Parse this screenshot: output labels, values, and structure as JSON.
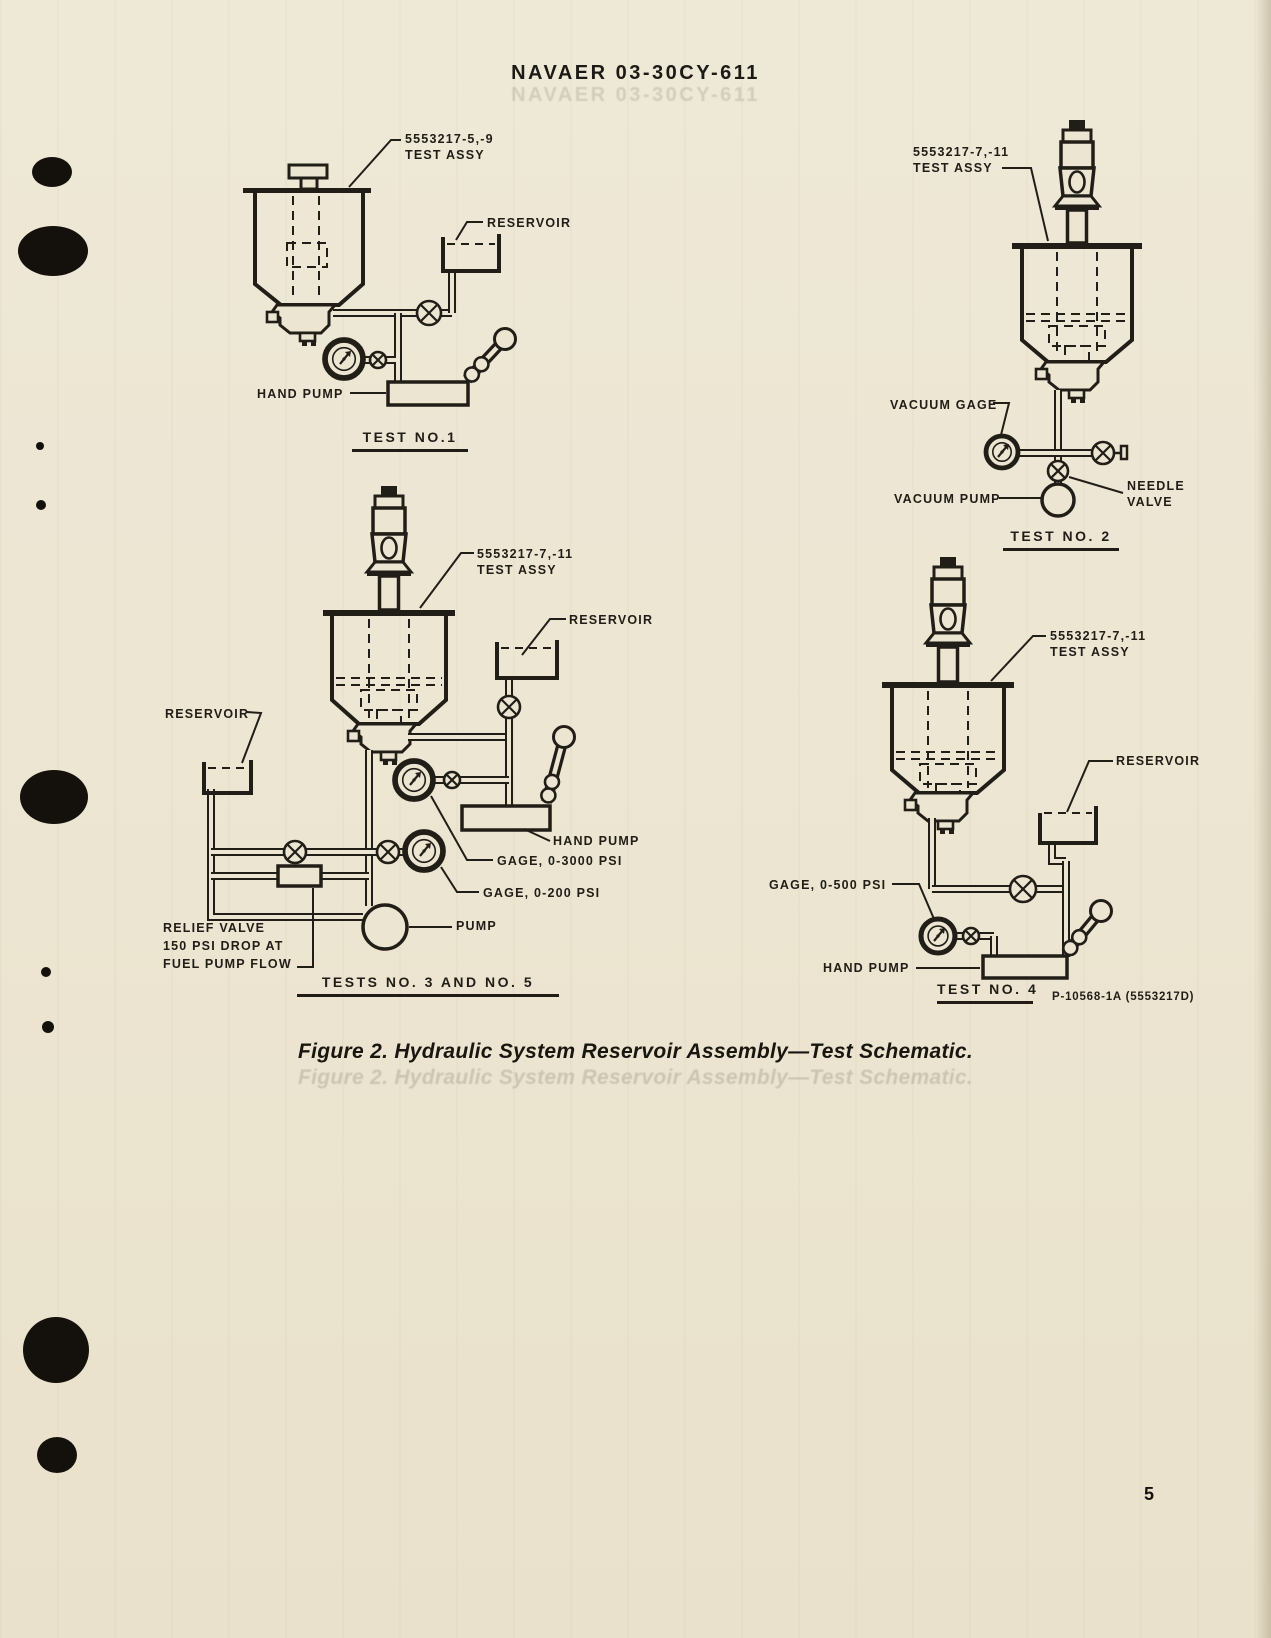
{
  "header": "NAVAER 03-30CY-611",
  "caption": "Figure 2.  Hydraulic System Reservoir Assembly—Test Schematic.",
  "page_number": "5",
  "part_ref": "P-10568-1A  (5553217D)",
  "colors": {
    "paper": "#ece5d1",
    "ink": "#211e18",
    "mark": "#14110c"
  },
  "tests": {
    "test1": {
      "title": "TEST NO.1",
      "assy_line1": "5553217-5,-9",
      "assy_line2": "TEST ASSY",
      "reservoir": "RESERVOIR",
      "hand_pump": "HAND PUMP"
    },
    "test2": {
      "title": "TEST NO. 2",
      "assy_line1": "5553217-7,-11",
      "assy_line2": "TEST ASSY",
      "vacuum_gage": "VACUUM GAGE",
      "vacuum_pump": "VACUUM PUMP",
      "needle_line1": "NEEDLE",
      "needle_line2": "VALVE"
    },
    "test35": {
      "title": "TESTS NO. 3 AND NO. 5",
      "assy_line1": "5553217-7,-11",
      "assy_line2": "TEST ASSY",
      "reservoir_left": "RESERVOIR",
      "reservoir_right": "RESERVOIR",
      "hand_pump": "HAND PUMP",
      "gage_3000": "GAGE, 0-3000 PSI",
      "gage_200": "GAGE, 0-200 PSI",
      "pump": "PUMP",
      "relief_line1": "RELIEF VALVE",
      "relief_line2": "150 PSI DROP AT",
      "relief_line3": "FUEL PUMP FLOW"
    },
    "test4": {
      "title": "TEST NO. 4",
      "assy_line1": "5553217-7,-11",
      "assy_line2": "TEST ASSY",
      "reservoir": "RESERVOIR",
      "gage_500": "GAGE, 0-500 PSI",
      "hand_pump": "HAND PUMP"
    }
  }
}
